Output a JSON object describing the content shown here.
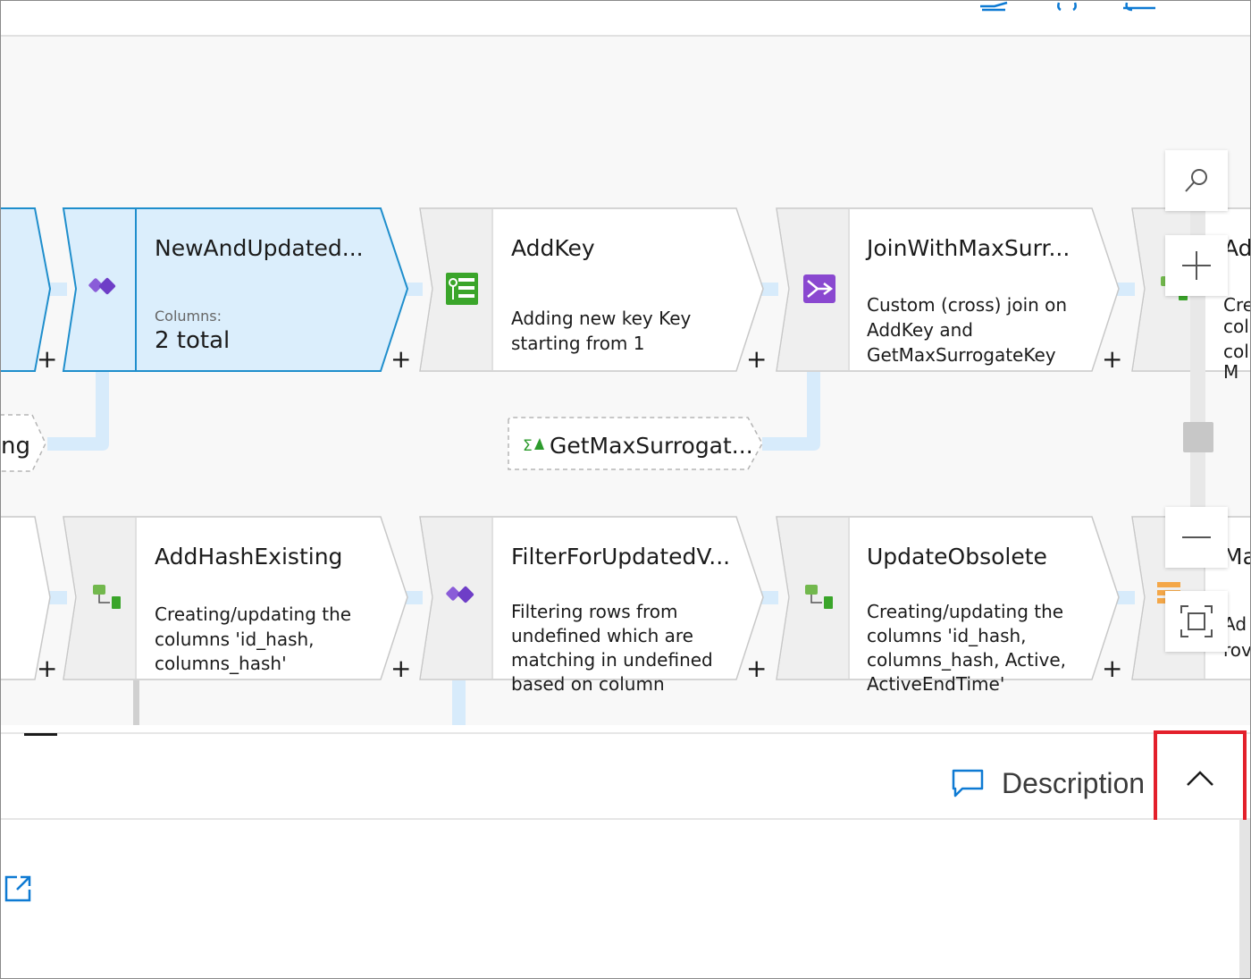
{
  "canvas": {
    "row1": [
      {
        "name": "NewAndUpdated...",
        "columns_label": "Columns:",
        "columns_value": "2 total",
        "icon": "filter-icon",
        "selected": true
      },
      {
        "name": "AddKey",
        "description": [
          "Adding new key Key",
          "starting from 1"
        ],
        "icon": "surrogate-key-icon"
      },
      {
        "name": "JoinWithMaxSurr...",
        "description": [
          "Custom (cross) join on",
          "AddKey and",
          "GetMaxSurrogateKey"
        ],
        "icon": "join-icon"
      },
      {
        "name": "Ad",
        "description": [
          "Cre",
          "col",
          "col",
          "M"
        ],
        "icon": "derived-column-icon"
      }
    ],
    "row2": [
      {
        "name": "AddHashExisting",
        "description": [
          "Creating/updating the",
          "columns 'id_hash,",
          "columns_hash'"
        ],
        "icon": "derived-column-icon"
      },
      {
        "name": "FilterForUpdatedV...",
        "description": [
          "Filtering rows from",
          "undefined which are",
          "matching in undefined",
          "based on column"
        ],
        "icon": "filter-icon"
      },
      {
        "name": "UpdateObsolete",
        "description": [
          "Creating/updating the",
          "columns 'id_hash,",
          "columns_hash, Active,",
          "ActiveEndTime'"
        ],
        "icon": "derived-column-icon"
      },
      {
        "name": "Ma",
        "description": [
          "Ad",
          "rov"
        ],
        "icon": "alter-row-icon"
      }
    ],
    "reference_nodes": [
      {
        "name": "ng"
      },
      {
        "name": "GetMaxSurrogat...",
        "icon": "aggregate-icon"
      }
    ],
    "add_symbol": "+"
  },
  "zoom": {
    "search_icon": "search-icon",
    "zoom_in_icon": "plus-icon",
    "zoom_out_icon": "minus-icon",
    "fit_icon": "fit-to-screen-icon",
    "level_fraction": 0.28
  },
  "bottom_panel": {
    "description_label": "Description",
    "description_icon": "comment-icon",
    "collapse_icon": "chevron-up-icon",
    "open_icon": "open-external-icon"
  },
  "colors": {
    "canvas_bg": "#f8f8f8",
    "node_bg": "#ffffff",
    "node_border": "#c8c8c8",
    "icon_strip": "#efefef",
    "selected_bg": "#dbeefc",
    "selected_border": "#1f8ecc",
    "connector": "#d7ebfb",
    "highlight": "#e3202b",
    "accent": "#0e7ad3"
  }
}
